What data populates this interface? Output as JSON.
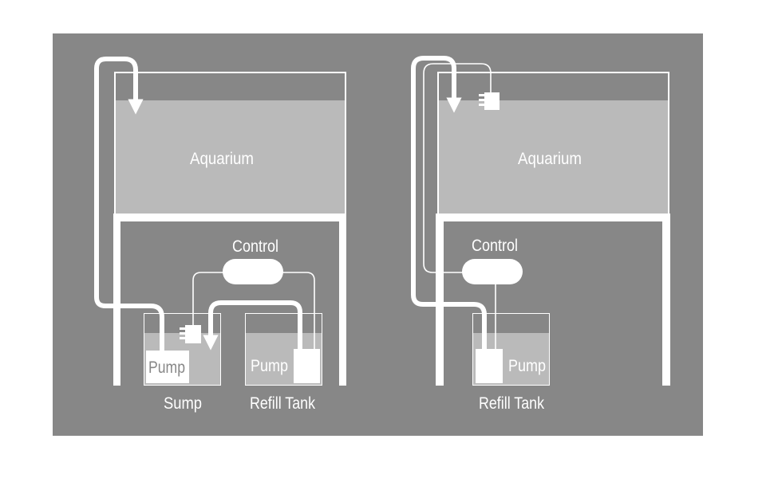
{
  "colors": {
    "background": "#ffffff",
    "panel": "#878787",
    "water": "#bababa",
    "lines": "#ffffff"
  },
  "diagrams": [
    {
      "name": "sump-setup",
      "aquarium_label": "Aquarium",
      "control_label": "Control",
      "tanks": [
        {
          "label": "Sump",
          "pump_label": "Pump"
        },
        {
          "label": "Refill Tank",
          "pump_label": "Pump"
        }
      ]
    },
    {
      "name": "direct-setup",
      "aquarium_label": "Aquarium",
      "control_label": "Control",
      "tanks": [
        {
          "label": "Refill Tank",
          "pump_label": "Pump"
        }
      ]
    }
  ]
}
